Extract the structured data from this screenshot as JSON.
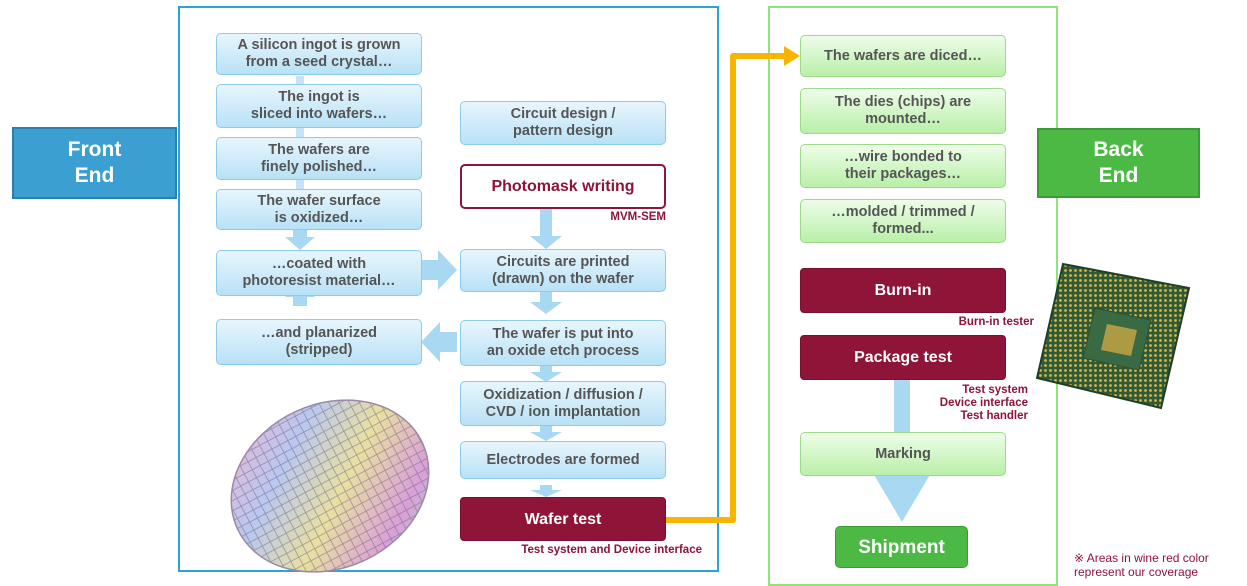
{
  "front_end_label": "Front\nEnd",
  "back_end_label": "Back\nEnd",
  "left_column": [
    "A silicon ingot is grown\nfrom a seed crystal…",
    "The ingot is\nsliced into wafers…",
    "The wafers are\nfinely polished…",
    "The wafer surface\nis oxidized…",
    "…coated with\nphotoresist material…",
    "…and planarized\n(stripped)"
  ],
  "right_column": [
    "Circuit design /\npattern design",
    "Photomask writing",
    "Circuits are printed\n(drawn) on the wafer",
    "The wafer is put into\nan oxide etch process",
    "Oxidization / diffusion /\nCVD / ion implantation",
    "Electrodes are formed",
    "Wafer test"
  ],
  "back_column": [
    "The wafers are diced…",
    "The dies (chips) are\nmounted…",
    "…wire bonded to\ntheir packages…",
    "…molded / trimmed /\nformed...",
    "Burn-in",
    "Package test",
    "Marking",
    "Shipment"
  ],
  "notes": {
    "mvm_sem": "MVM-SEM",
    "wafer_test_equipment": "Test system and Device interface",
    "burn_in_tester": "Burn-in tester",
    "package_test_equipment": "Test system\nDevice interface\nTest handler"
  },
  "footnote": "※ Areas in wine red color\nrepresent our coverage",
  "colors": {
    "wine_red": "#8e1438",
    "front_end_blue": "#3b9fd1",
    "back_end_green": "#4cb945",
    "flow_arrow_blue": "#a9d8f2",
    "connector_yellow": "#f7b500"
  },
  "images": [
    "silicon-wafer-photo",
    "cpu-chip-photo"
  ]
}
